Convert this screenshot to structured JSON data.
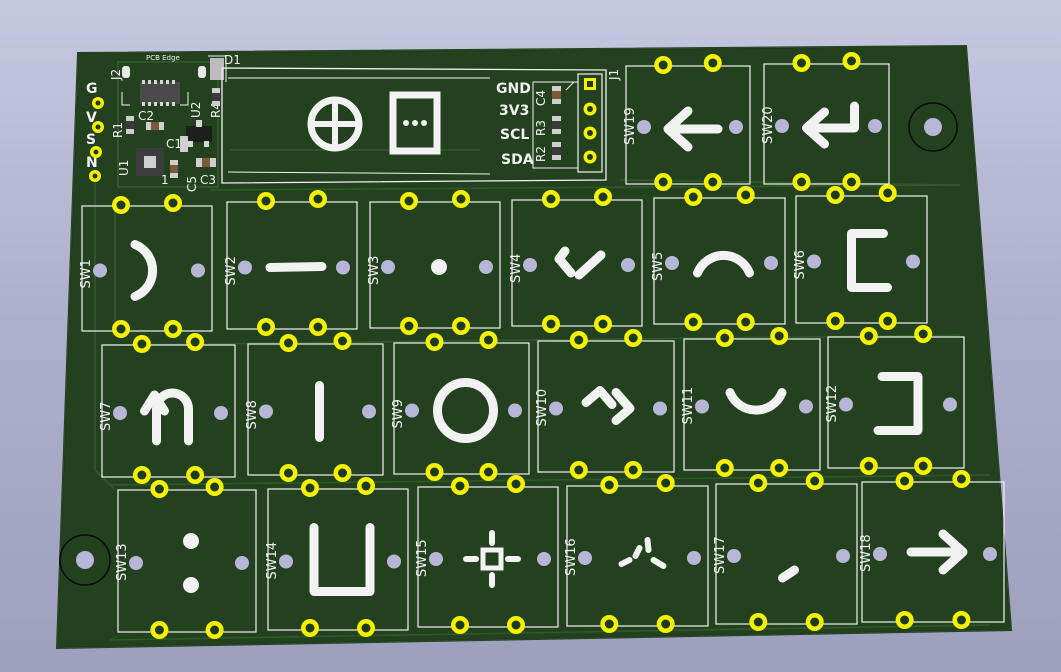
{
  "board": {
    "colors": {
      "background": "#b5b8d2",
      "soldermask": "#23401f",
      "silkscreen": "#f2f2f2",
      "pad": "#f4f200",
      "npth": "#b8b6d6"
    }
  },
  "top_left": {
    "pin_labels": [
      "G",
      "V",
      "S",
      "N"
    ],
    "edge_label": "PCB Edge",
    "components": {
      "j2": "J2",
      "d1": "D1",
      "u2": "U2",
      "r1": "R1",
      "c2": "C2",
      "r4": "R4",
      "c1": "C1",
      "u1": "U1",
      "c5": "C5",
      "c3": "C3",
      "one": "1"
    }
  },
  "display": {
    "icons": [
      "crosshair-circle-glyph",
      "ellipsis-box-glyph"
    ]
  },
  "header_j1": {
    "ref": "J1",
    "pins": [
      "GND",
      "3V3",
      "SCL",
      "SDA"
    ],
    "caps": [
      "C4",
      "R3",
      "R2"
    ]
  },
  "switches": [
    {
      "ref": "SW1",
      "icon": "right-paren-glyph"
    },
    {
      "ref": "SW2",
      "icon": "dash-glyph"
    },
    {
      "ref": "SW3",
      "icon": "dot-glyph"
    },
    {
      "ref": "SW4",
      "icon": "chevron-down-glyph"
    },
    {
      "ref": "SW5",
      "icon": "arch-up-glyph"
    },
    {
      "ref": "SW6",
      "icon": "bracket-left-glyph"
    },
    {
      "ref": "SW7",
      "icon": "undo-arrow-glyph"
    },
    {
      "ref": "SW8",
      "icon": "vertical-bar-glyph"
    },
    {
      "ref": "SW9",
      "icon": "circle-glyph"
    },
    {
      "ref": "SW10",
      "icon": "chevron-right-glyph"
    },
    {
      "ref": "SW11",
      "icon": "cup-glyph"
    },
    {
      "ref": "SW12",
      "icon": "bracket-right-glyph"
    },
    {
      "ref": "SW13",
      "icon": "colon-glyph"
    },
    {
      "ref": "SW14",
      "icon": "u-bracket-glyph"
    },
    {
      "ref": "SW15",
      "icon": "sparkle-square-glyph"
    },
    {
      "ref": "SW16",
      "icon": "rays-glyph"
    },
    {
      "ref": "SW17",
      "icon": "tick-glyph"
    },
    {
      "ref": "SW18",
      "icon": "arrow-right-glyph"
    },
    {
      "ref": "SW19",
      "icon": "arrow-left-glyph"
    },
    {
      "ref": "SW20",
      "icon": "enter-glyph"
    }
  ]
}
